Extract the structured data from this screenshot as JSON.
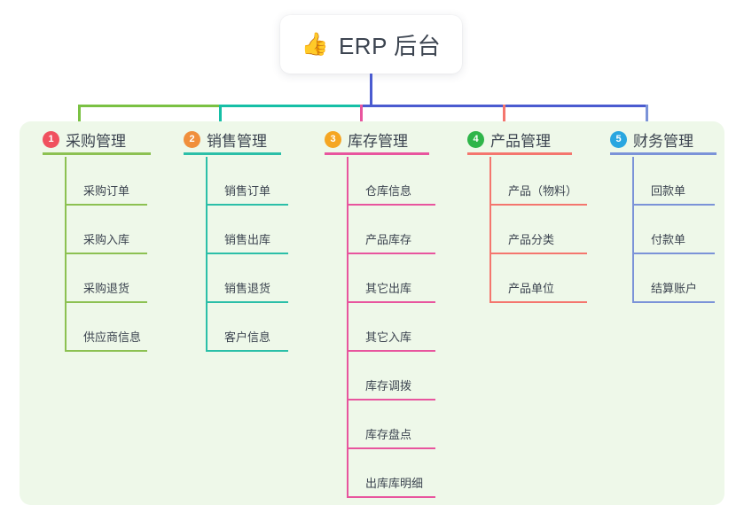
{
  "root": {
    "icon": "thumbs-up-icon",
    "emoji": "👍",
    "title": "ERP 后台"
  },
  "palette": {
    "panel_bg": "#eef8e9",
    "page_bg": "#ffffff",
    "text": "#3c4450",
    "bus_left_green": "#7ac143",
    "bus_teal": "#16bfa6",
    "bus_indigo": "#4a5bd0"
  },
  "columns": [
    {
      "number": "1",
      "title": "采购管理",
      "badge_color": "#f0515f",
      "line_color": "#8cc152",
      "items": [
        "采购订单",
        "采购入库",
        "采购退货",
        "供应商信息"
      ]
    },
    {
      "number": "2",
      "title": "销售管理",
      "badge_color": "#f08f3c",
      "line_color": "#2bbfa8",
      "items": [
        "销售订单",
        "销售出库",
        "销售退货",
        "客户信息"
      ]
    },
    {
      "number": "3",
      "title": "库存管理",
      "badge_color": "#f5a623",
      "line_color": "#e8559e",
      "items": [
        "仓库信息",
        "产品库存",
        "其它出库",
        "其它入库",
        "库存调拨",
        "库存盘点",
        "出库库明细"
      ]
    },
    {
      "number": "4",
      "title": "产品管理",
      "badge_color": "#2fb54a",
      "line_color": "#f4766e",
      "items": [
        "产品（物料）",
        "产品分类",
        "产品单位"
      ]
    },
    {
      "number": "5",
      "title": "财务管理",
      "badge_color": "#29a6e0",
      "line_color": "#7b93d8",
      "items": [
        "回款单",
        "付款单",
        "结算账户"
      ]
    }
  ]
}
